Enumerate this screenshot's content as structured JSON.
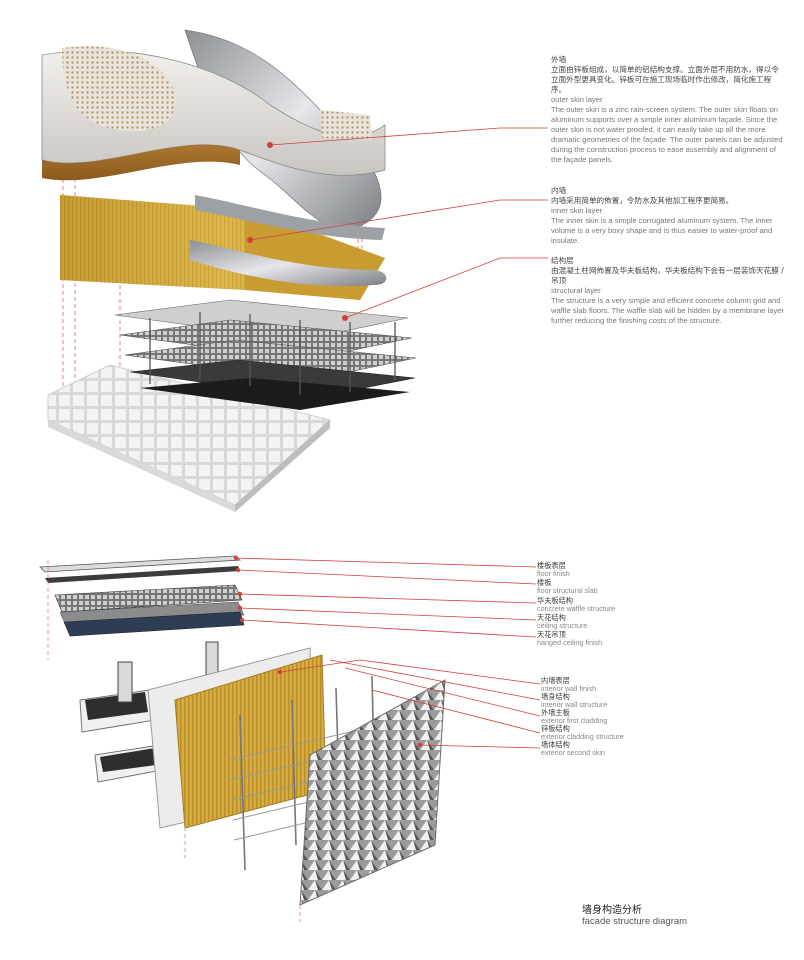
{
  "top_layers": [
    {
      "zh": "外墙",
      "zh_body": "立面由锌板组成，以简单的铝结构支撑。立面外层不用防水，得以令立面外型更具变化。锌板可在施工现场临时作出修改，简化施工程序。",
      "en_title": "outer skin layer",
      "en_body": "The outer skin is a zinc rain-screen system. The outer skin floats on aluminum supports over a simple inner aluminum façade. Since the outer skin is not water proofed, it can easily take up all the more dramatic geometries of the façade. The outer panels can be adjusted during the construction process to ease assembly and alignment of the façade panels."
    },
    {
      "zh": "内墙",
      "zh_body": "内墙采用简单的佈置，令防水及其他加工程序更简易。",
      "en_title": "inner skin layer",
      "en_body": "The inner skin is a simple corrugated aluminum system. The inner volume is a very boxy shape and is thus easier to water-proof and insulate."
    },
    {
      "zh": "结构层",
      "zh_body": "由混凝土柱网佈置及华夫板结构，华夫板结构下会有一层装饰天花膜 / 吊顶",
      "en_title": "structural layer",
      "en_body": "The structure is a very simple and efficient concrete column grid and waffle slab floors. The waffle slab will be hidden by a membrane layer further reducing the finishing costs of the structure."
    }
  ],
  "floor_labels": [
    {
      "zh": "楼板表层",
      "en": "floor finish"
    },
    {
      "zh": "楼板",
      "en": "floor structural slab"
    },
    {
      "zh": "华夫板结构",
      "en": "concrete waffle structure"
    },
    {
      "zh": "天花结构",
      "en": "ceiling structure"
    },
    {
      "zh": "天花吊顶",
      "en": "hanged ceiling finish"
    }
  ],
  "wall_labels": [
    {
      "zh": "内墙表层",
      "en": "interior wall finish"
    },
    {
      "zh": "墙身结构",
      "en": "interior wall structure"
    },
    {
      "zh": "外墙主板",
      "en": "exterior first cladding"
    },
    {
      "zh": "锌板结构",
      "en": "exterior cladding structure"
    },
    {
      "zh": "墙体结构",
      "en": "exterior second skin"
    }
  ],
  "caption": {
    "zh": "墙身构造分析",
    "en": "facade structure diagram"
  },
  "colors": {
    "leader": "#d2403a",
    "dashed": "#e07a74",
    "gold": "#d9b24a",
    "dark": "#222222"
  }
}
